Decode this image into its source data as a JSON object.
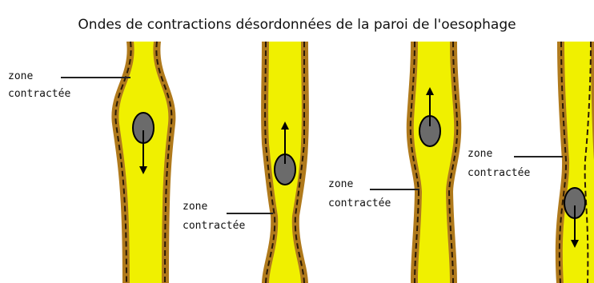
{
  "title": "Ondes de contractions désordonnées de la paroi de l'oesophage",
  "colors": {
    "lumen": "#f0f000",
    "wall": "#b07a1c",
    "wall_dash": "#2a1a05",
    "bolus": "#6b6b6b",
    "leader_line": "#222222"
  },
  "stages": [
    {
      "label_line1": "zone",
      "label_line2": "contractée",
      "bolus_direction": "down"
    },
    {
      "label_line1": "zone",
      "label_line2": "contractée",
      "bolus_direction": "up"
    },
    {
      "label_line1": "zone",
      "label_line2": "contractée",
      "bolus_direction": "up"
    },
    {
      "label_line1": "zone",
      "label_line2": "contractée",
      "bolus_direction": "down"
    }
  ]
}
